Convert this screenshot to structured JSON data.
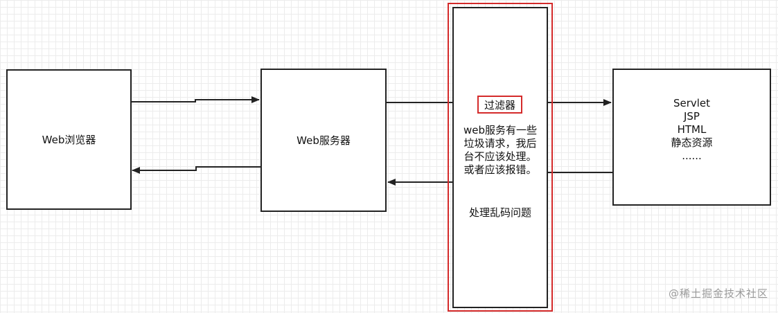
{
  "browser": {
    "label": "Web浏览器"
  },
  "server": {
    "label": "Web服务器"
  },
  "filter": {
    "title": "过滤器",
    "description": [
      "web服务有一些",
      "垃圾请求，我后",
      "台不应该处理。",
      "或者应该报错。"
    ],
    "note": "处理乱码问题"
  },
  "resources": {
    "items": [
      "Servlet",
      "JSP",
      "HTML",
      "静态资源",
      "......"
    ]
  },
  "watermark": "@稀土掘金技术社区",
  "colors": {
    "highlight_border": "#d42a2a",
    "line": "#222222",
    "grid": "#ececec"
  }
}
